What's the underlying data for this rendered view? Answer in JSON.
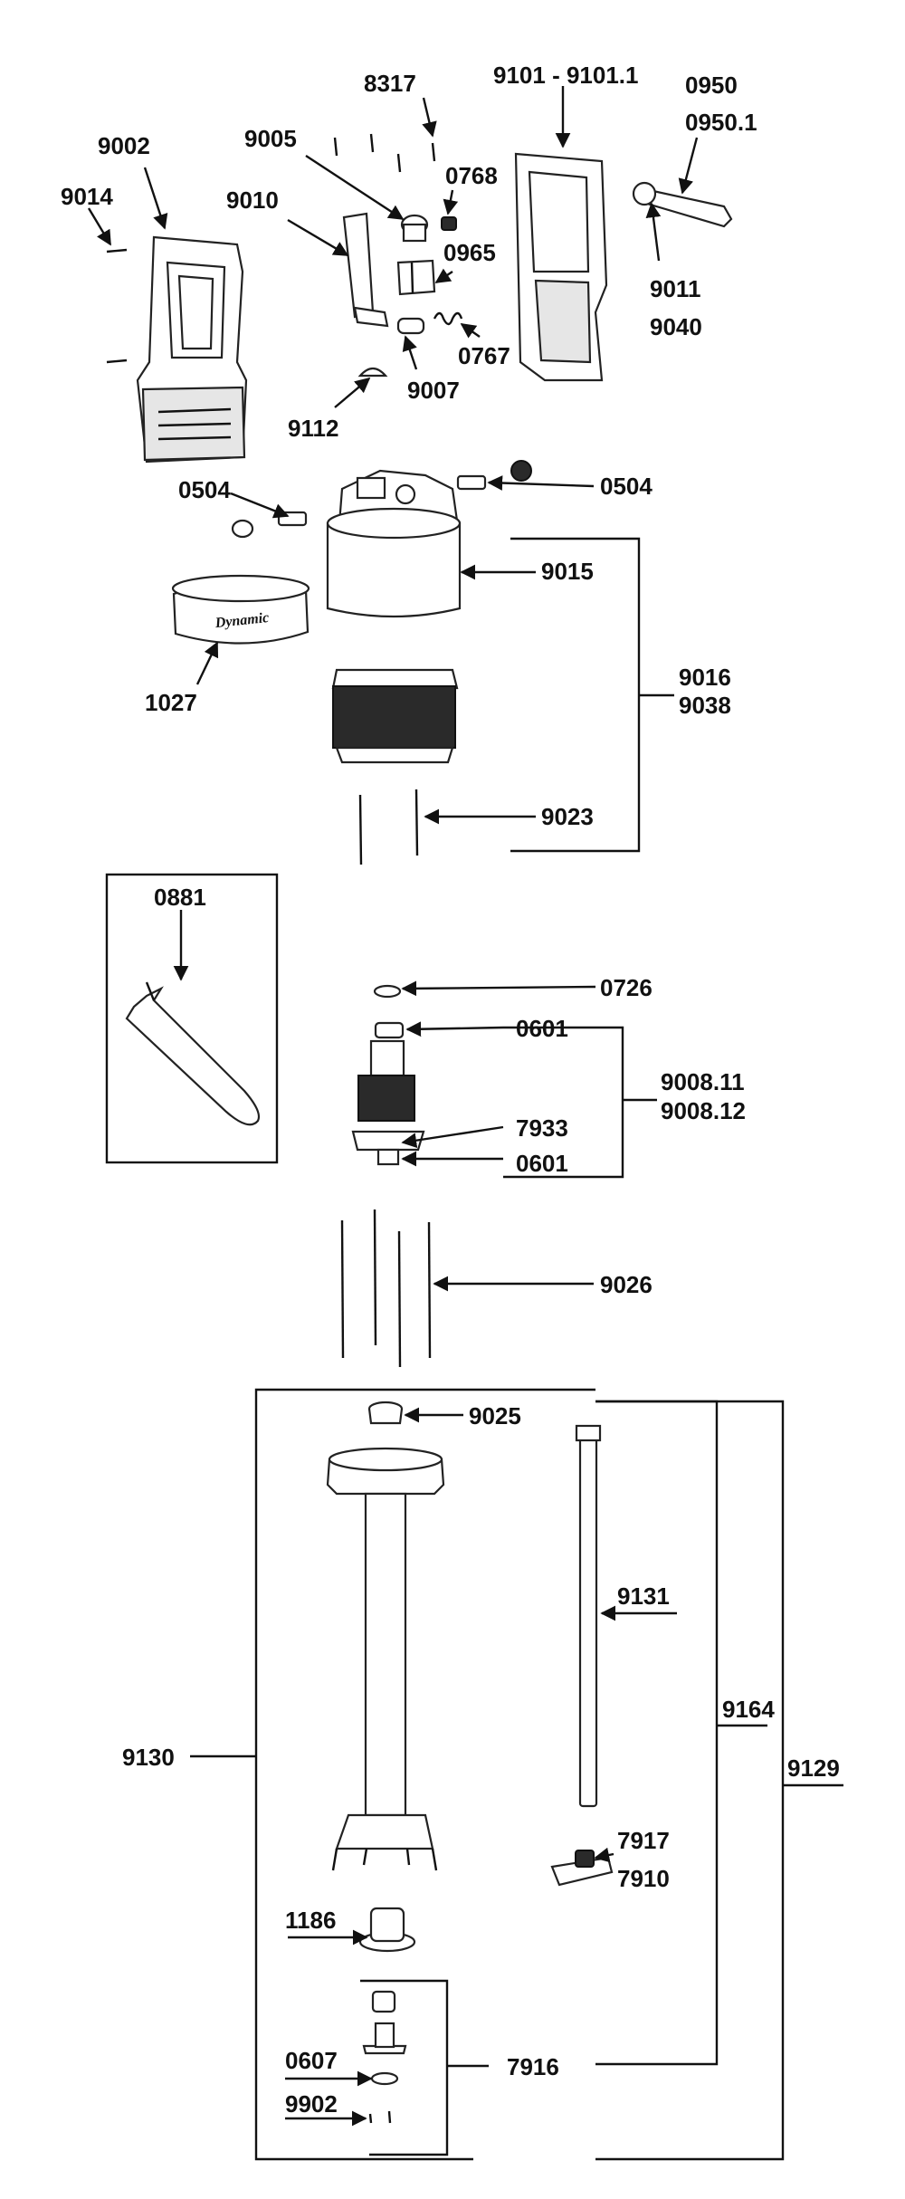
{
  "labels": {
    "p8317": "8317",
    "p9101": "9101 - 9101.1",
    "p0950": "0950",
    "p0950_1": "0950.1",
    "p9002": "9002",
    "p9005": "9005",
    "p0768": "0768",
    "p9014": "9014",
    "p9010": "9010",
    "p0965": "0965",
    "p9011": "9011",
    "p9040": "9040",
    "p0767": "0767",
    "p9007": "9007",
    "p9112": "9112",
    "p0504_left": "0504",
    "p0504_right": "0504",
    "p9015": "9015",
    "p9016": "9016",
    "p9038": "9038",
    "p1027": "1027",
    "p9023": "9023",
    "p0881": "0881",
    "p0726": "0726",
    "p0601_top": "0601",
    "p9008_11": "9008.11",
    "p9008_12": "9008.12",
    "p7933": "7933",
    "p0601_bottom": "0601",
    "p9026": "9026",
    "p9025": "9025",
    "p9131": "9131",
    "p9164": "9164",
    "p9130": "9130",
    "p9129": "9129",
    "p7917": "7917",
    "p7910": "7910",
    "p1186": "1186",
    "p0607": "0607",
    "p7916": "7916",
    "p9902": "9902"
  },
  "band_text": "Dynamic"
}
